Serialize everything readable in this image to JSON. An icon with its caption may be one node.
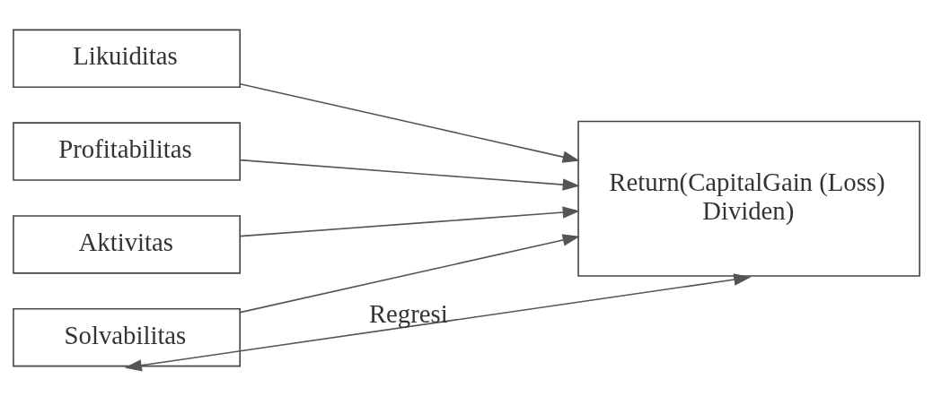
{
  "diagram": {
    "nodes": [
      {
        "text": [
          "Likuiditas"
        ]
      },
      {
        "text": [
          "Profitabilitas"
        ]
      },
      {
        "text": [
          "Aktivitas"
        ]
      },
      {
        "text": [
          "Solvabilitas"
        ]
      },
      {
        "text": [
          "Return(CapitalGain (Loss) Dividen)"
        ]
      }
    ],
    "edges": [
      {
        "from": 0,
        "to": 4,
        "arrow": "to"
      },
      {
        "from": 1,
        "to": 4,
        "arrow": "to"
      },
      {
        "from": 2,
        "to": 4,
        "arrow": "to"
      },
      {
        "from": 3,
        "to": 4,
        "arrow": "to"
      },
      {
        "from": 3,
        "to": 4,
        "arrow": "both",
        "label": "Regresi"
      }
    ]
  }
}
